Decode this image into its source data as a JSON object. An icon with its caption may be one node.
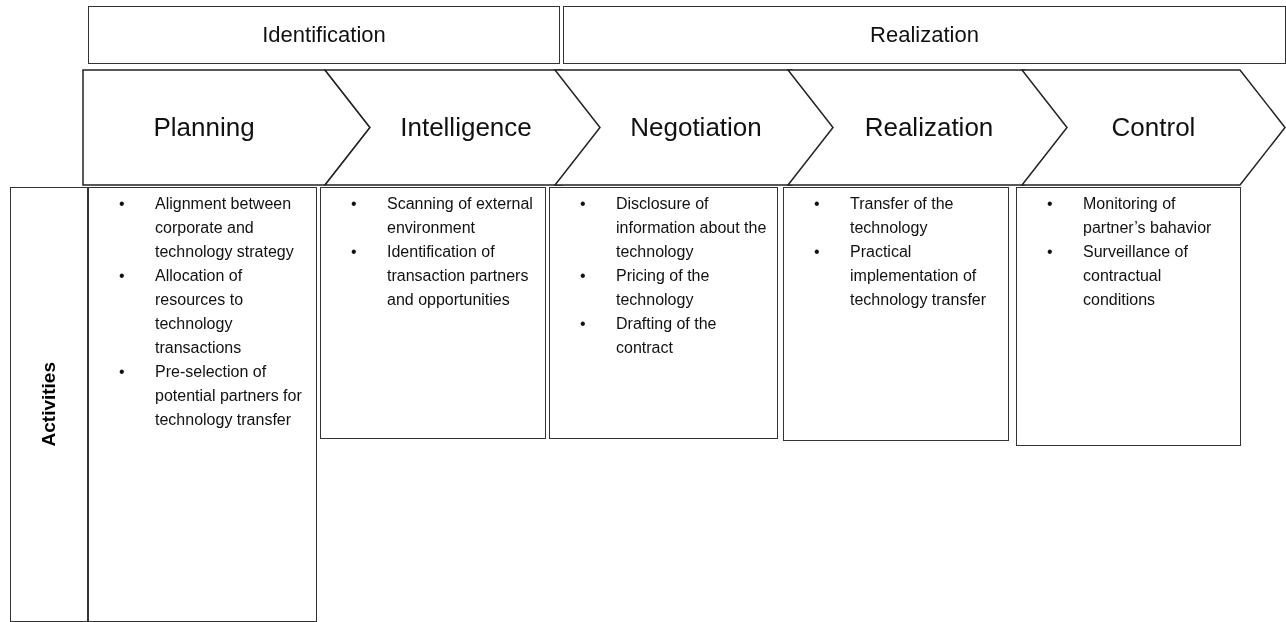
{
  "diagram": {
    "nodes": [
      {
        "text": [
          "Identification"
        ]
      },
      {
        "text": [
          "Realization"
        ]
      },
      {
        "text": [
          "Planning"
        ]
      },
      {
        "text": [
          "Intelligence"
        ]
      },
      {
        "text": [
          "Negotiation"
        ]
      },
      {
        "text": [
          "Realization"
        ]
      },
      {
        "text": [
          "Control"
        ]
      },
      {
        "text": [
          "Activities"
        ]
      },
      {
        "text": [
          "•\tAlignment between corporate and technology strategy",
          "•\tAllocation of resources to technology transactions",
          "•\tPre-selection of potential partners for technology transfer"
        ]
      },
      {
        "text": [
          "•\tScanning of external environment",
          "•\tIdentification of transaction partners and opportunities"
        ]
      },
      {
        "text": [
          "•\tDisclosure of information about the technology",
          "•\tPricing of the technology",
          "•\tDrafting of the contract"
        ]
      },
      {
        "text": [
          "•\tTransfer of the technology",
          "•\tPractical implementation of technology transfer"
        ]
      },
      {
        "text": [
          "•\tMonitoring of partner’s bahavior",
          "•\tSurveillance of contractual conditions"
        ]
      }
    ]
  }
}
